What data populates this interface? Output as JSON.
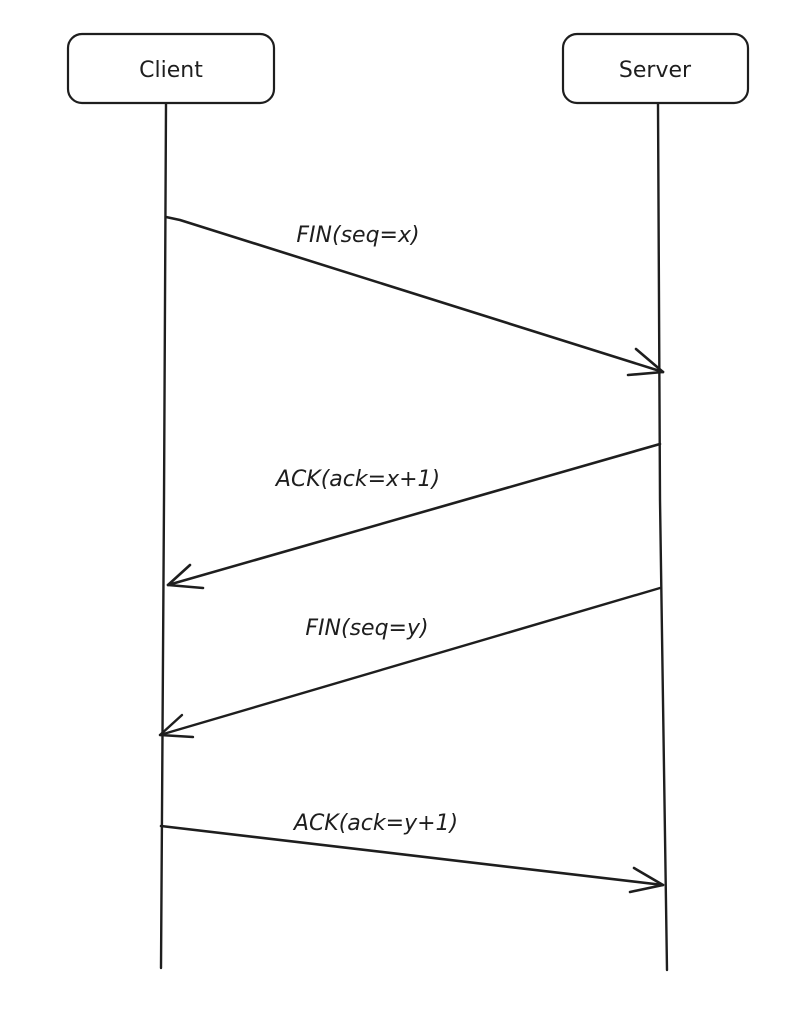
{
  "participants": {
    "client": "Client",
    "server": "Server"
  },
  "messages": [
    {
      "label": "FIN(seq=x)",
      "from": "client",
      "to": "server"
    },
    {
      "label": "ACK(ack=x+1)",
      "from": "server",
      "to": "client"
    },
    {
      "label": "FIN(seq=y)",
      "from": "server",
      "to": "client"
    },
    {
      "label": "ACK(ack=y+1)",
      "from": "client",
      "to": "server"
    }
  ],
  "colors": {
    "stroke": "#1e1e1e",
    "background": "#ffffff"
  }
}
